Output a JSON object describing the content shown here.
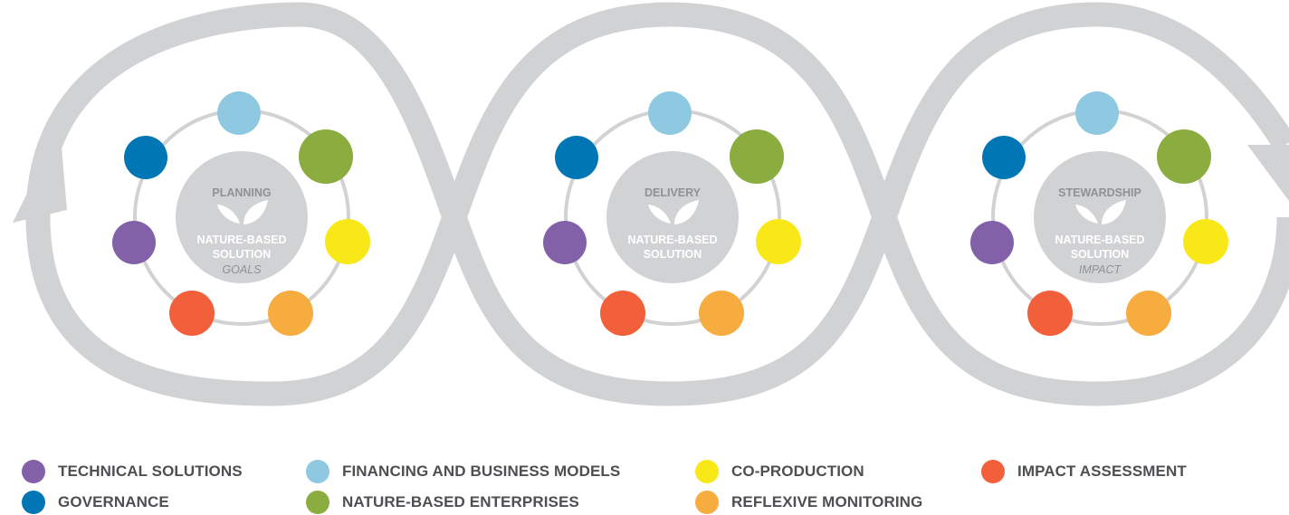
{
  "colors": {
    "band": "#d1d2d4",
    "ring": "#d1d2d4",
    "hub": "#d1d2d4",
    "technical": "#8361a9",
    "governance": "#0077b4",
    "financing": "#8ec8e1",
    "enterprises": "#8bac3e",
    "coproduction": "#f8e818",
    "monitoring": "#f7ac3f",
    "impact": "#f1603a"
  },
  "hubs": [
    {
      "title": "PLANNING",
      "nbs_line1": "NATURE-BASED",
      "nbs_line2": "SOLUTION",
      "subtitle": "GOALS"
    },
    {
      "title": "DELIVERY",
      "nbs_line1": "NATURE-BASED",
      "nbs_line2": "SOLUTION",
      "subtitle": ""
    },
    {
      "title": "STEWARDSHIP",
      "nbs_line1": "NATURE-BASED",
      "nbs_line2": "SOLUTION",
      "subtitle": "IMPACT"
    }
  ],
  "hub_icon": "leaf-icon",
  "legend": [
    {
      "label": "TECHNICAL SOLUTIONS",
      "color_key": "technical"
    },
    {
      "label": "GOVERNANCE",
      "color_key": "governance"
    },
    {
      "label": "FINANCING AND BUSINESS MODELS",
      "color_key": "financing"
    },
    {
      "label": "NATURE-BASED ENTERPRISES",
      "color_key": "enterprises"
    },
    {
      "label": "CO-PRODUCTION",
      "color_key": "coproduction"
    },
    {
      "label": "REFLEXIVE MONITORING",
      "color_key": "monitoring"
    },
    {
      "label": "IMPACT ASSESSMENT",
      "color_key": "impact"
    }
  ]
}
